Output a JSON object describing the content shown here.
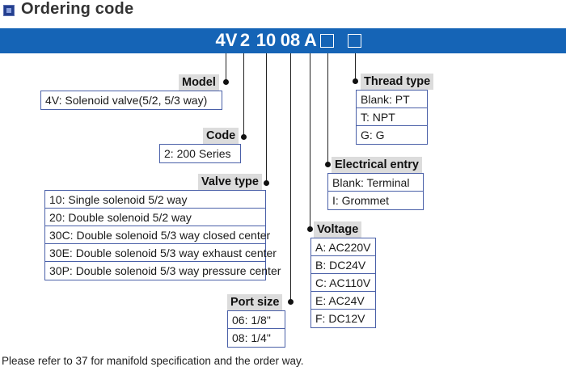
{
  "title": "Ordering code",
  "code": {
    "segments": [
      "4V",
      "2",
      "10",
      "08",
      "A"
    ],
    "boxes": 2
  },
  "groups": {
    "model": {
      "label": "Model",
      "options": [
        "4V: Solenoid valve(5/2, 5/3 way)"
      ]
    },
    "code": {
      "label": "Code",
      "options": [
        "2: 200 Series"
      ]
    },
    "valve_type": {
      "label": "Valve type",
      "options": [
        "10: Single solenoid 5/2 way",
        "20: Double solenoid 5/2 way",
        "30C: Double solenoid 5/3 way closed center",
        "30E: Double solenoid 5/3 way exhaust center",
        "30P: Double solenoid 5/3 way pressure center"
      ]
    },
    "port_size": {
      "label": "Port size",
      "options": [
        "06: 1/8\"",
        "08: 1/4\""
      ]
    },
    "voltage": {
      "label": "Voltage",
      "options": [
        "A: AC220V",
        "B: DC24V",
        "C: AC110V",
        "E: AC24V",
        "F: DC12V"
      ]
    },
    "electrical_entry": {
      "label": "Electrical entry",
      "options": [
        "Blank: Terminal",
        "I: Grommet"
      ]
    },
    "thread_type": {
      "label": "Thread type",
      "options": [
        "Blank: PT",
        "T: NPT",
        "G: G"
      ]
    }
  },
  "footnote": "Please refer to 37 for manifold specification and the order way.",
  "colors": {
    "banner": "#1564b6",
    "table_border": "#4a60a8",
    "tag_bg": "#dcdcdc"
  }
}
